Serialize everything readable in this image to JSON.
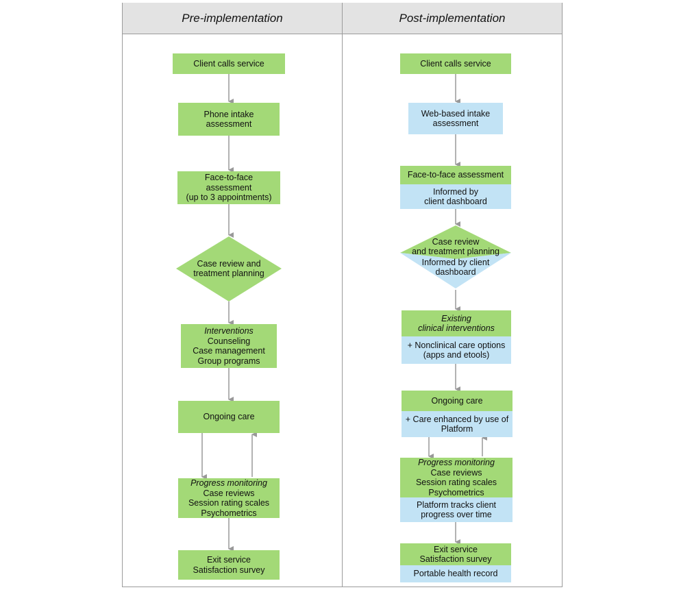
{
  "headers": {
    "pre": "Pre-implementation",
    "post": "Post-implementation"
  },
  "pre": {
    "client_calls": "Client calls service",
    "phone_intake": [
      "Phone intake",
      "assessment"
    ],
    "face_to_face": [
      "Face-to-face",
      "assessment",
      "(up to 3 appointments)"
    ],
    "case_review": [
      "Case review and",
      "treatment planning"
    ],
    "interventions": {
      "title": "Interventions",
      "items": [
        "Counseling",
        "Case management",
        "Group programs"
      ]
    },
    "ongoing_care": "Ongoing care",
    "progress": {
      "title": "Progress monitoring",
      "items": [
        "Case reviews",
        "Session rating scales",
        "Psychometrics"
      ]
    },
    "exit": [
      "Exit service",
      "Satisfaction survey"
    ]
  },
  "post": {
    "client_calls": "Client calls service",
    "web_intake": [
      "Web-based intake",
      "assessment"
    ],
    "face_to_face": "Face-to-face assessment",
    "face_to_face_note": [
      "Informed by",
      "client dashboard"
    ],
    "case_review": [
      "Case review",
      "and treatment planning"
    ],
    "case_review_note": [
      "Informed by client",
      "dashboard"
    ],
    "existing": [
      "Existing",
      "clinical interventions"
    ],
    "nonclinical": [
      "+ Nonclinical care options",
      "(apps and etools)"
    ],
    "ongoing_care": "Ongoing care",
    "ongoing_note": [
      "+ Care enhanced by use of",
      "Platform"
    ],
    "progress": {
      "title": "Progress monitoring",
      "items": [
        "Case reviews",
        "Session rating scales",
        "Psychometrics"
      ]
    },
    "progress_note": [
      "Platform tracks client",
      "progress over time"
    ],
    "exit": [
      "Exit service",
      "Satisfaction survey"
    ],
    "exit_note": "Portable health record"
  },
  "colors": {
    "green": "#a3d977",
    "blue": "#c2e3f5",
    "header_bg": "#e3e3e3",
    "arrow": "#999999"
  }
}
